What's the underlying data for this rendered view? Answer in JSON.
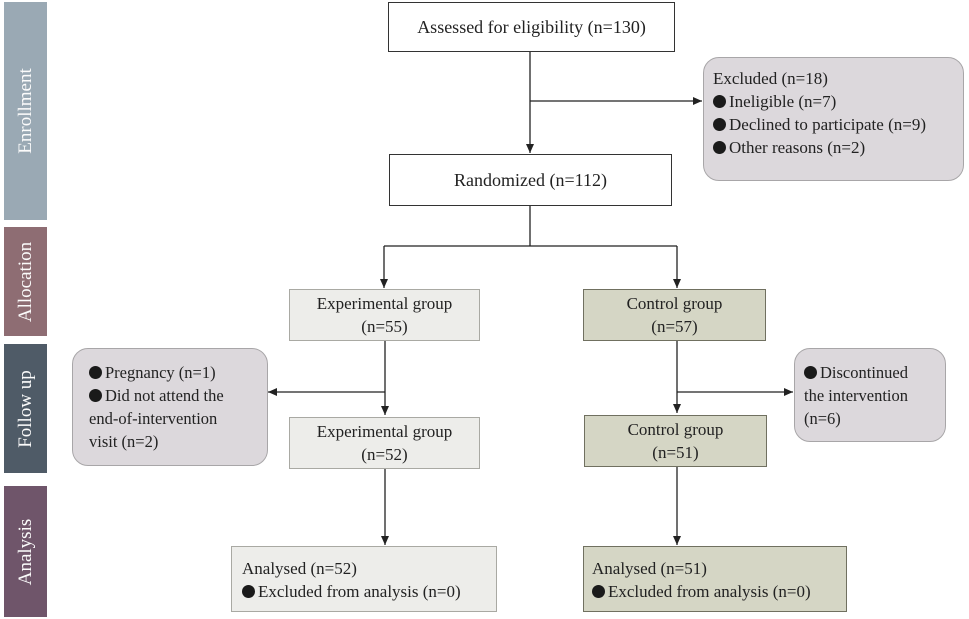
{
  "phases": {
    "enrollment": "Enrollment",
    "allocation": "Allocation",
    "follow_up": "Follow up",
    "analysis": "Analysis"
  },
  "colors": {
    "enrollment": "#9aa9b4",
    "allocation": "#8e6d73",
    "follow_up": "#4f5b67",
    "analysis": "#6f556a",
    "experimental_box": "#ededea",
    "control_box": "#d5d6c5",
    "side_note_box": "#dcd8dc"
  },
  "assessed": "Assessed for eligibility (n=130)",
  "excluded": {
    "title": "Excluded (n=18)",
    "items": [
      "Ineligible (n=7)",
      "Declined to participate (n=9)",
      "Other reasons (n=2)"
    ]
  },
  "randomized": "Randomized (n=112)",
  "experimental": {
    "allocated": {
      "name": "Experimental group",
      "n": "(n=55)"
    },
    "lost": {
      "items": [
        {
          "lines": [
            "Pregnancy (n=1)"
          ]
        },
        {
          "lines": [
            "Did not attend the",
            "end-of-intervention",
            "visit (n=2)"
          ]
        }
      ]
    },
    "followed": {
      "name": "Experimental group",
      "n": "(n=52)"
    },
    "analysed": {
      "title": "Analysed (n=52)",
      "excluded": "Excluded from analysis (n=0)"
    }
  },
  "control": {
    "allocated": {
      "name": "Control group",
      "n": "(n=57)"
    },
    "lost": {
      "lines": [
        "Discontinued",
        "the intervention",
        "(n=6)"
      ]
    },
    "followed": {
      "name": "Control group",
      "n": "(n=51)"
    },
    "analysed": {
      "title": "Analysed (n=51)",
      "excluded": "Excluded from analysis (n=0)"
    }
  }
}
